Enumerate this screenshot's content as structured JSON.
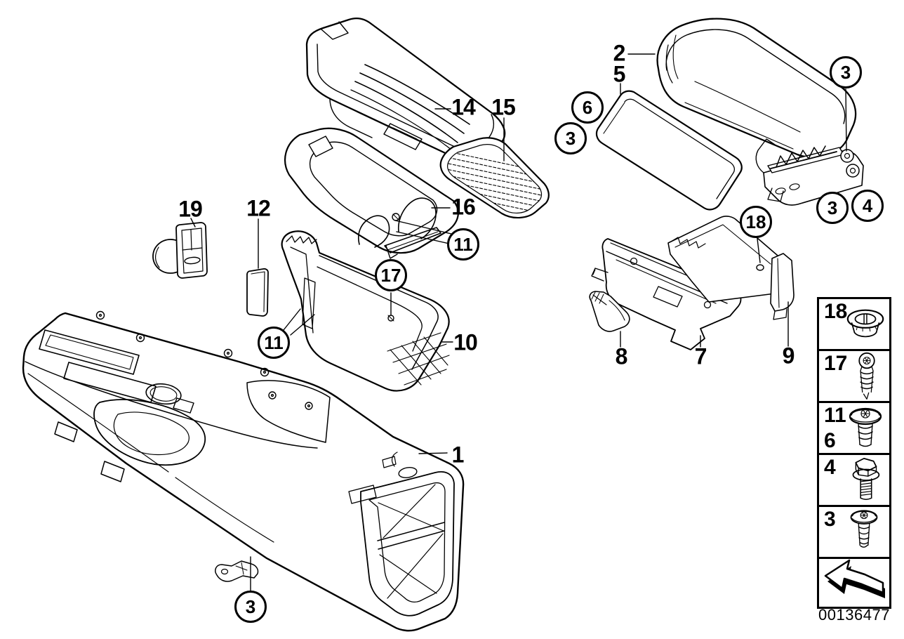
{
  "callouts": {
    "plain": [
      {
        "label": "14"
      },
      {
        "label": "15"
      },
      {
        "label": "16"
      },
      {
        "label": "19"
      },
      {
        "label": "12"
      },
      {
        "label": "10"
      },
      {
        "label": "1"
      },
      {
        "label": "2"
      },
      {
        "label": "5"
      },
      {
        "label": "8"
      },
      {
        "label": "7"
      },
      {
        "label": "9"
      }
    ],
    "circled": [
      {
        "label": "6"
      },
      {
        "label": "3"
      },
      {
        "label": "3"
      },
      {
        "label": "3"
      },
      {
        "label": "4"
      },
      {
        "label": "18"
      },
      {
        "label": "17"
      },
      {
        "label": "11"
      },
      {
        "label": "11"
      },
      {
        "label": "3"
      }
    ]
  },
  "legend": {
    "rows": [
      {
        "ids": [
          "18"
        ],
        "icon": "flange-nut-icon"
      },
      {
        "ids": [
          "17"
        ],
        "icon": "pan-head-screw-icon"
      },
      {
        "ids": [
          "11",
          "6"
        ],
        "icon": "flange-screw-icon"
      },
      {
        "ids": [
          "4"
        ],
        "icon": "hex-flange-bolt-icon"
      },
      {
        "ids": [
          "3"
        ],
        "icon": "flange-screw-icon"
      }
    ],
    "arrow_icon": "direction-arrow-icon"
  },
  "footer": {
    "image_number": "00136477"
  },
  "colors": {
    "line": "#000000",
    "background": "#ffffff"
  }
}
